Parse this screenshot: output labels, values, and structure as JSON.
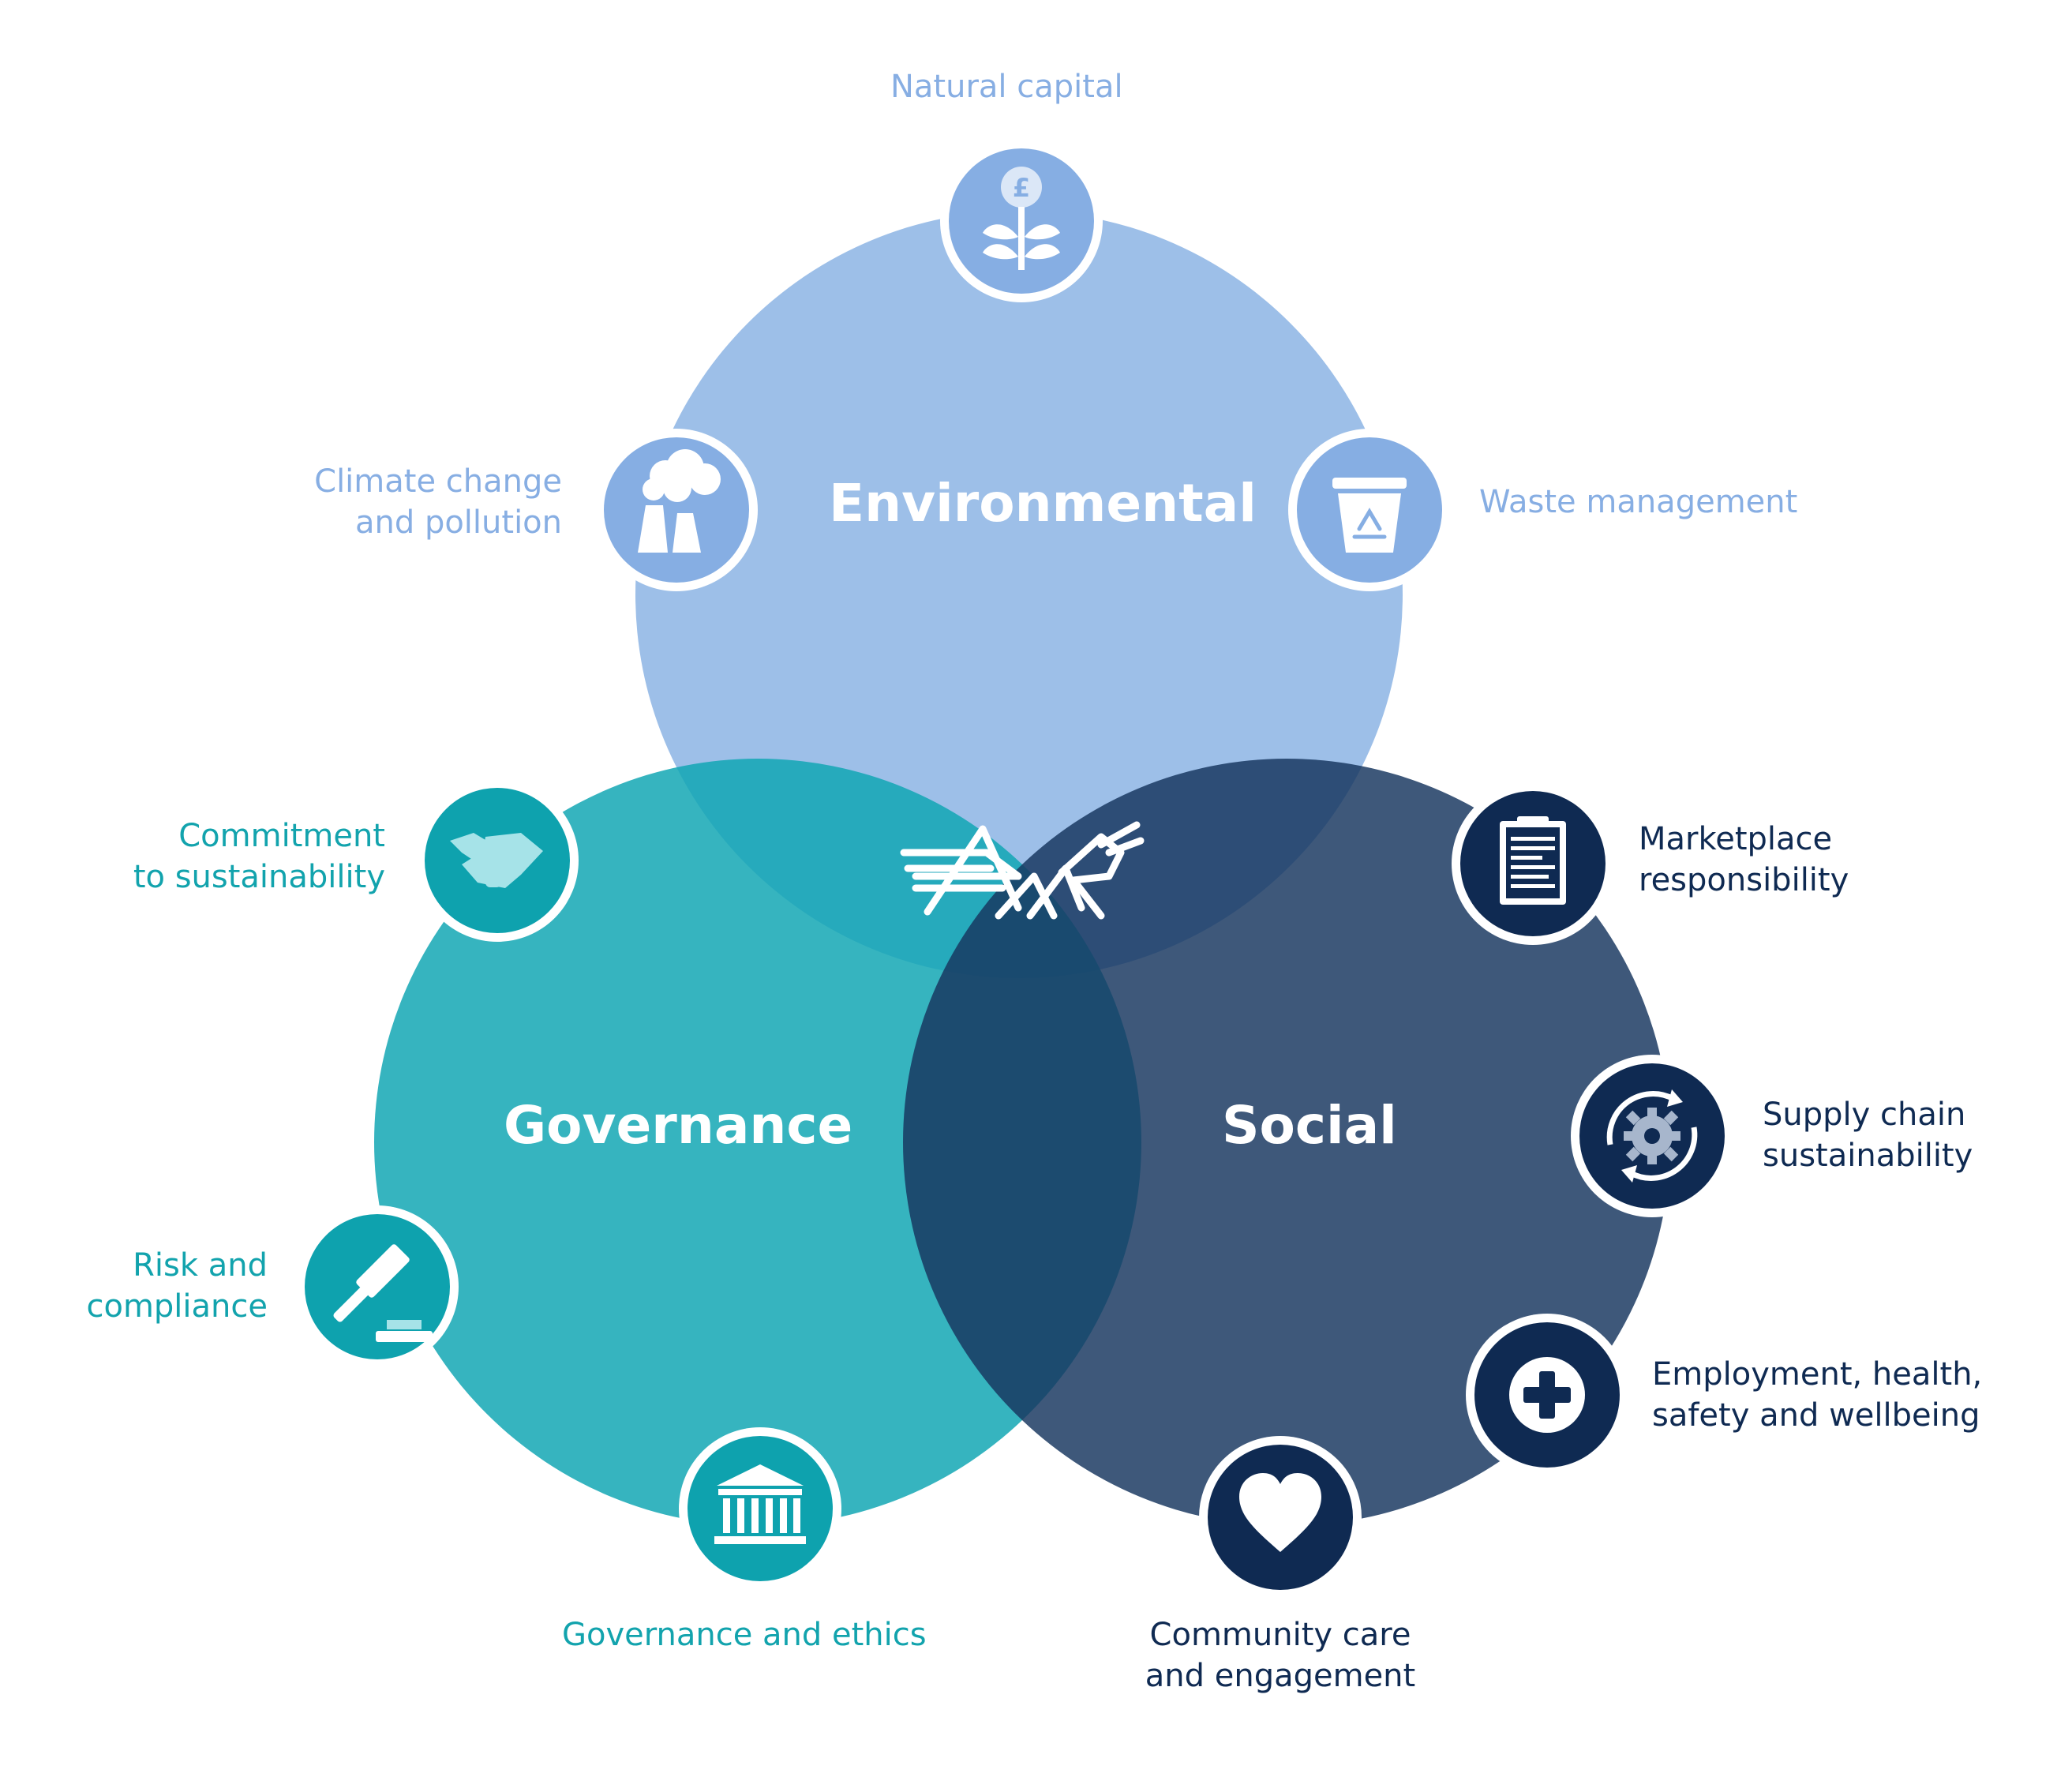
{
  "colors": {
    "environmental": "#8fb6e5",
    "environmental_icon": "#86aee3",
    "governance": "#0fa6b3",
    "governance_icon": "#0ea2ae",
    "social": "#17365f",
    "social_icon": "#0f2a52",
    "env_label": "#87aee3",
    "gov_label": "#12a3ad",
    "soc_label": "#0f2a52"
  },
  "circles": {
    "environmental": "Environmental",
    "governance": "Governance",
    "social": "Social"
  },
  "environmental_topics": {
    "natural_capital": "Natural capital",
    "climate_line1": "Climate change",
    "climate_line2": "and pollution",
    "waste": "Waste management"
  },
  "governance_topics": {
    "commitment_line1": "Commitment",
    "commitment_line2": "to sustainability",
    "risk_line1": "Risk and",
    "risk_line2": "compliance",
    "ethics": "Governance and ethics"
  },
  "social_topics": {
    "marketplace_line1": "Marketplace",
    "marketplace_line2": "responsibility",
    "supply_line1": "Supply chain",
    "supply_line2": "sustainability",
    "employment_line1": "Employment, health,",
    "employment_line2": "safety and wellbeing",
    "community_line1": "Community care",
    "community_line2": "and engagement"
  },
  "icons": {
    "natural_capital": "plant-money-icon",
    "climate": "factory-smoke-icon",
    "waste": "recycle-bin-icon",
    "commitment": "handshake-icon",
    "risk": "gavel-icon",
    "ethics": "institution-building-icon",
    "marketplace": "document-icon",
    "supply": "cycle-gear-icon",
    "employment": "medical-cross-icon",
    "community": "heart-icon",
    "logo": "grasshopper-logo"
  },
  "logo_symbol": "£"
}
